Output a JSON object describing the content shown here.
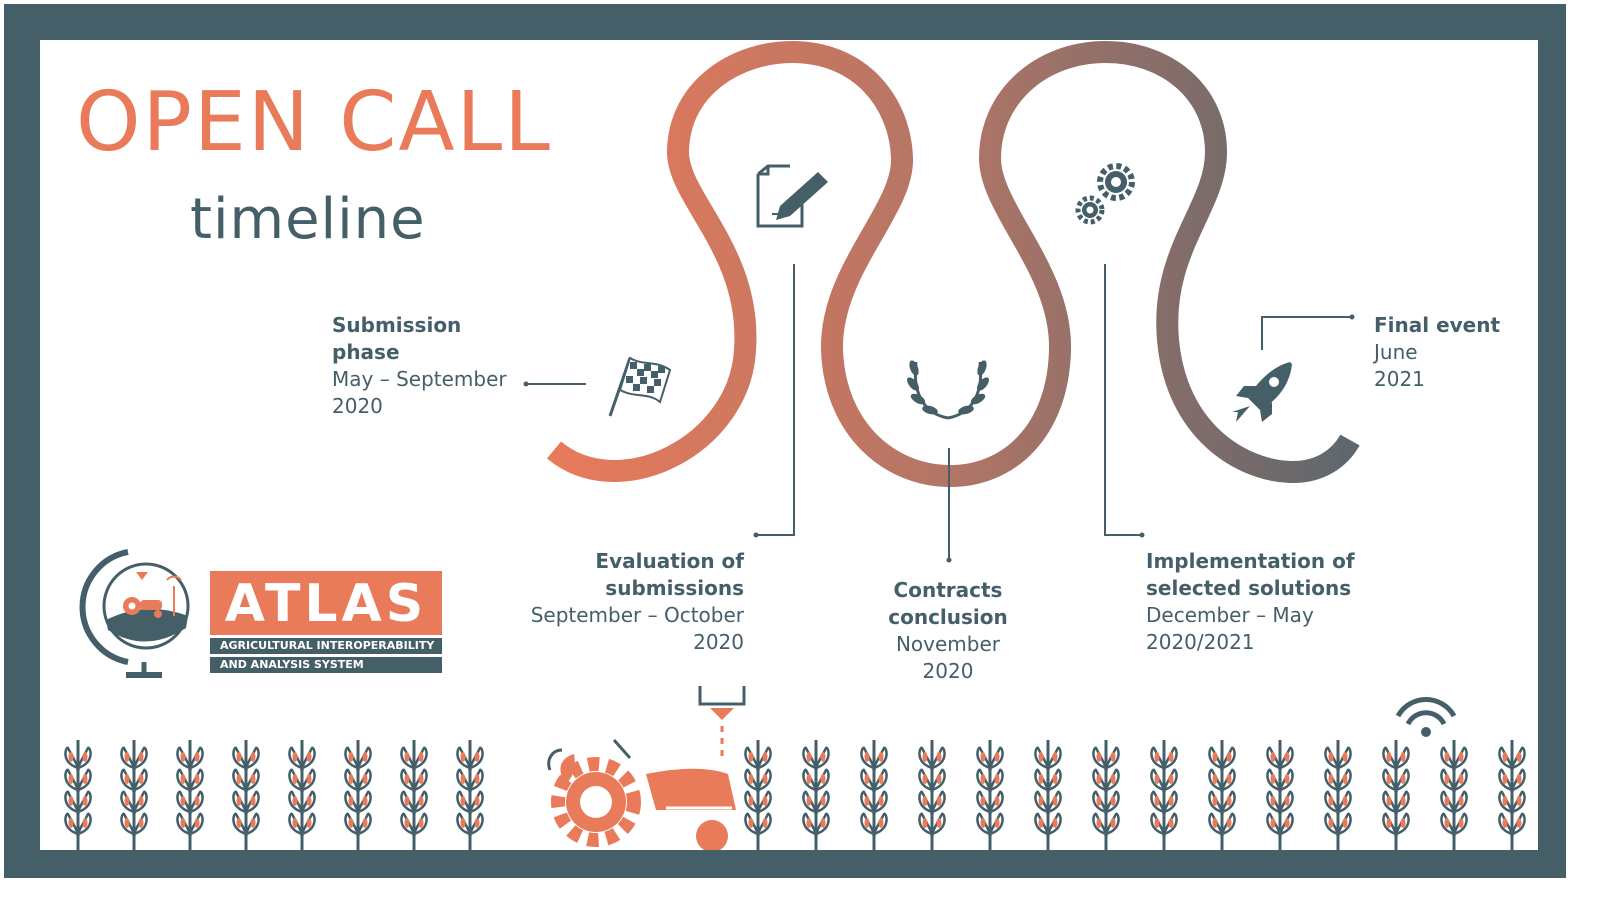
{
  "header": {
    "title": "OPEN CALL",
    "subtitle": "timeline"
  },
  "stages": [
    {
      "name_line1": "Submission",
      "name_line2": "phase",
      "period": "May – September",
      "year": "2020",
      "icon": "checkered-flag-icon"
    },
    {
      "name_line1": "Evaluation of",
      "name_line2": "submissions",
      "period": "September – October",
      "year": "2020",
      "icon": "document-pen-icon"
    },
    {
      "name_line1": "Contracts",
      "name_line2": "conclusion",
      "period": "November",
      "year": "2020",
      "icon": "laurel-wreath-icon"
    },
    {
      "name_line1": "Implementation of",
      "name_line2": "selected solutions",
      "period": "December – May",
      "year": "2020/2021",
      "icon": "gears-icon"
    },
    {
      "name_line1": "Final event",
      "name_line2": "",
      "period": "June",
      "year": "2021",
      "icon": "rocket-icon"
    }
  ],
  "logo": {
    "name": "ATLAS",
    "tagline_line1": "AGRICULTURAL INTEROPERABILITY",
    "tagline_line2": "AND ANALYSIS SYSTEM"
  },
  "colors": {
    "accent": "#e97a5a",
    "dark": "#455f69",
    "border": "#455f69"
  }
}
